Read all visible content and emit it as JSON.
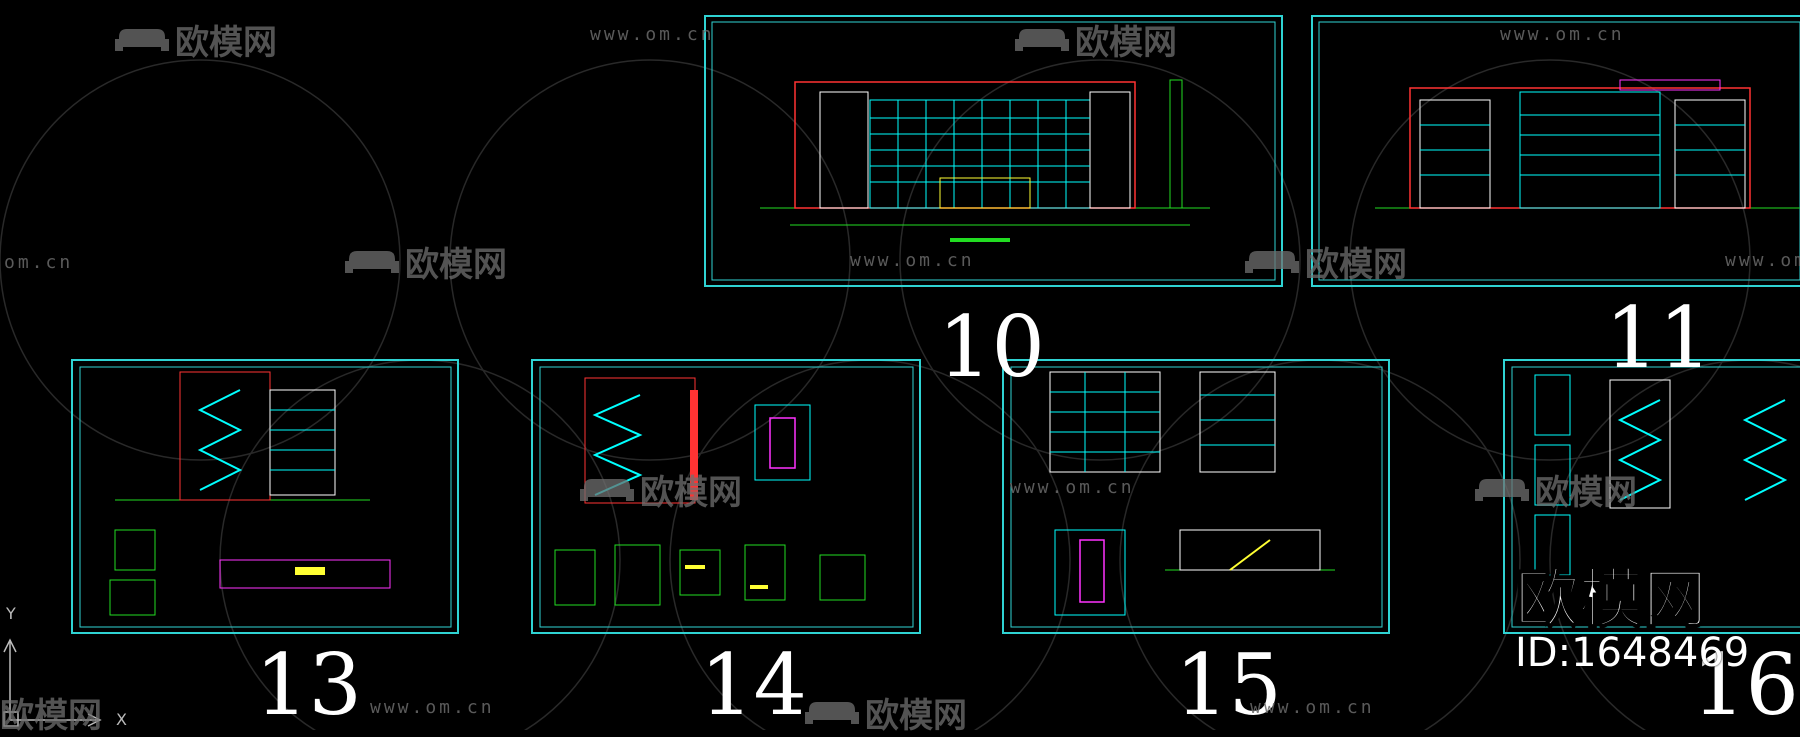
{
  "drawing": {
    "sheet_numbers": {
      "s10": "10",
      "s11": "11",
      "s13": "13",
      "s14": "14",
      "s15": "15",
      "s16": "16"
    },
    "ucs": {
      "x_label": "X",
      "y_label": "Y"
    }
  },
  "watermark": {
    "url": "www.om.cn",
    "url_partial": "om.cn",
    "brand": "欧模网",
    "brand_big": "欧模网",
    "id_label": "ID:1648469"
  },
  "colors": {
    "background": "#000000",
    "frame": "#2fd3d3",
    "line_green": "#22dd22",
    "line_cyan": "#00ffff",
    "line_red": "#ff3333",
    "line_magenta": "#ff33ff",
    "line_yellow": "#ffff33",
    "line_white": "#ffffff",
    "watermark": "#6f6f6f"
  }
}
